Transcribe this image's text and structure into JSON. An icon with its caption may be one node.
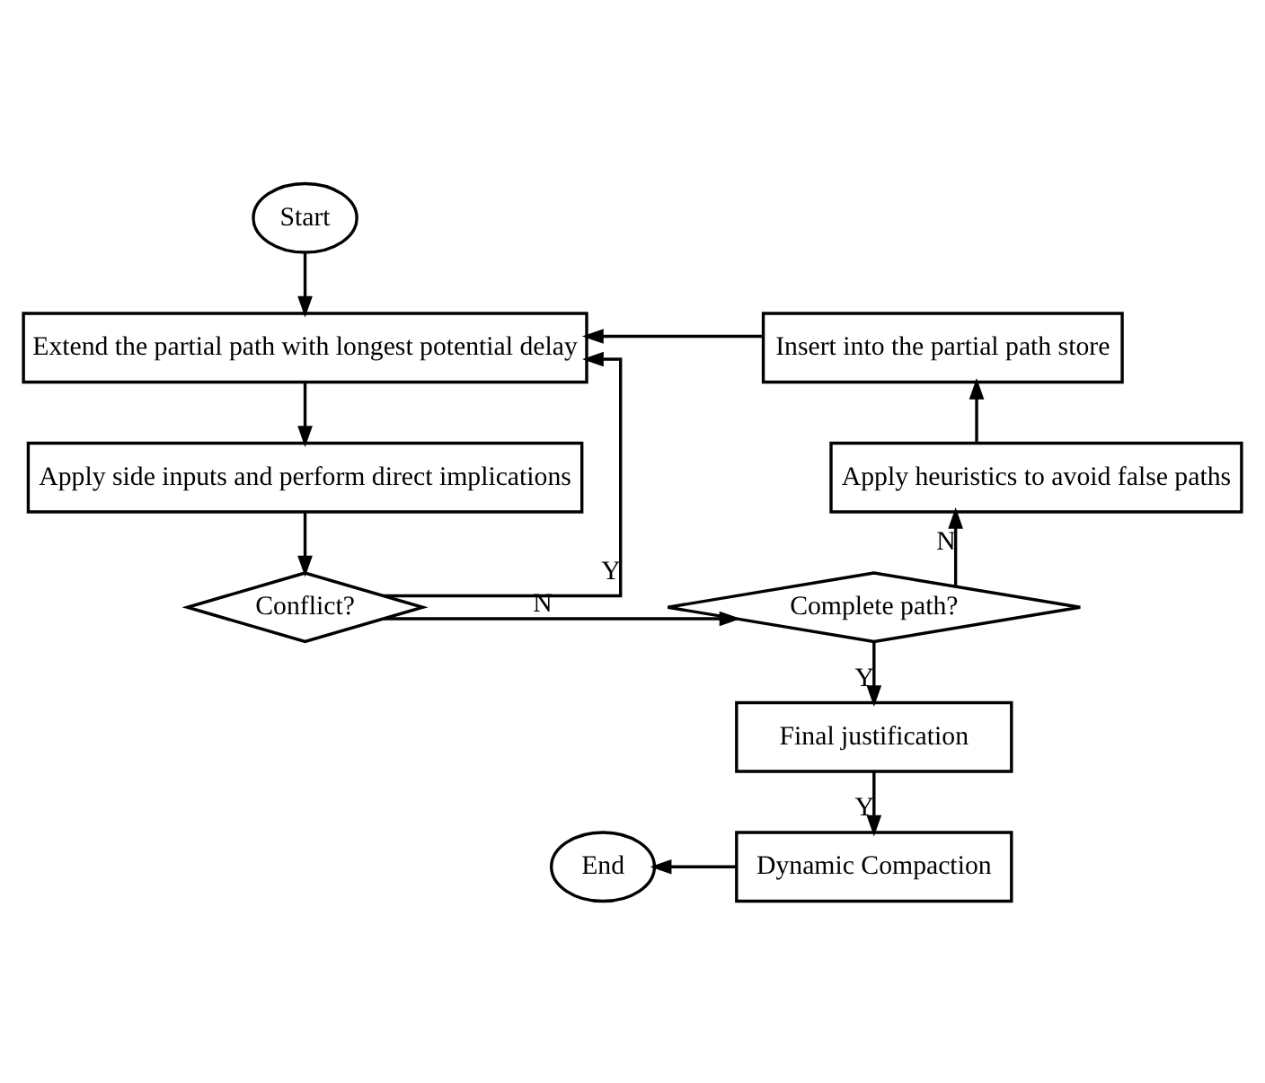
{
  "diagram": {
    "nodes": [
      {
        "text": [
          "Start"
        ]
      },
      {
        "text": [
          "Extend the partial path with longest potential delay"
        ]
      },
      {
        "text": [
          "Insert into the partial path store"
        ]
      },
      {
        "text": [
          "Apply side inputs and perform direct implications"
        ]
      },
      {
        "text": [
          "Apply heuristics to avoid false paths"
        ]
      },
      {
        "text": [
          "Conflict?"
        ]
      },
      {
        "text": [
          "Complete path?"
        ]
      },
      {
        "text": [
          "Final justification"
        ]
      },
      {
        "text": [
          "End"
        ]
      },
      {
        "text": [
          "Dynamic Compaction"
        ]
      }
    ],
    "edges": [
      {
        "from": 0,
        "to": 1,
        "arrow": "to"
      },
      {
        "from": 2,
        "to": 1,
        "arrow": "to"
      },
      {
        "from": 1,
        "to": 3,
        "arrow": "to"
      },
      {
        "from": 3,
        "to": 5,
        "arrow": "to"
      },
      {
        "from": 5,
        "to": 1,
        "arrow": "to",
        "label": "Y"
      },
      {
        "from": 5,
        "to": 6,
        "arrow": "to",
        "label": "N"
      },
      {
        "from": 6,
        "to": 4,
        "arrow": "to",
        "label": "N"
      },
      {
        "from": 4,
        "to": 2,
        "arrow": "to"
      },
      {
        "from": 6,
        "to": 7,
        "arrow": "to",
        "label": "Y"
      },
      {
        "from": 7,
        "to": 9,
        "arrow": "to",
        "label": "Y"
      },
      {
        "from": 9,
        "to": 8,
        "arrow": "to"
      }
    ]
  }
}
